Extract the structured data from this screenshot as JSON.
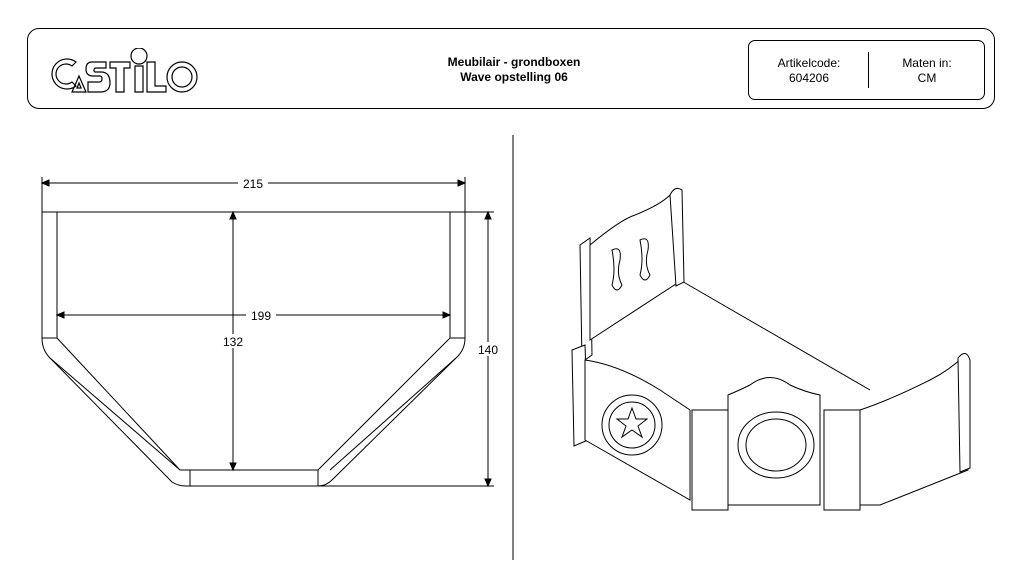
{
  "header": {
    "logo_text": "CASTILO",
    "title_line1": "Meubilair - grondboxen",
    "title_line2": "Wave opstelling 06",
    "article_label": "Artikelcode:",
    "article_value": "604206",
    "units_label": "Maten in:",
    "units_value": "CM"
  },
  "plan_view": {
    "dim_total_width": "215",
    "dim_inner_width": "199",
    "dim_inner_depth": "132",
    "dim_total_depth": "140"
  }
}
